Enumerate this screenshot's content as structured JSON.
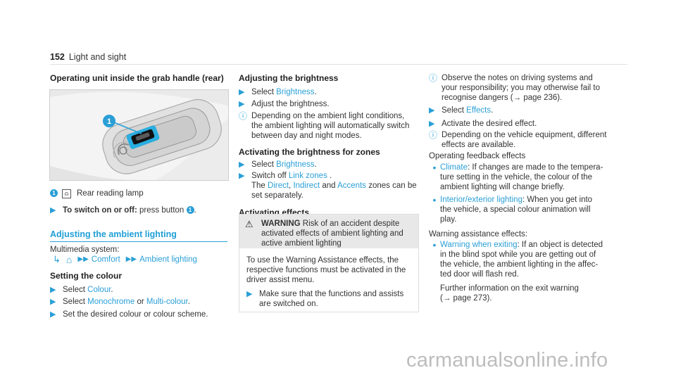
{
  "header": {
    "page_number": "152",
    "title": "Light and sight"
  },
  "col1": {
    "heading_unit": "Operating unit inside the grab handle (rear)",
    "figure_callout": "1",
    "legend": {
      "num": "1",
      "icon": "lamp-icon",
      "glyph": "⍝",
      "text": "Rear reading lamp"
    },
    "switch_step": {
      "bold": "To switch on or off:",
      "text": " press button ",
      "num": "1",
      "end": "."
    },
    "heading_ambient": "Adjusting the ambient lighting",
    "multimedia": "Multimedia system:",
    "nav": {
      "home_glyph": "⌂",
      "comfort": "Comfort",
      "ambient": "Ambient lighting"
    },
    "heading_colour": "Setting the colour",
    "steps": [
      {
        "pre": "Select ",
        "hl": "Colour",
        "post": "."
      },
      {
        "pre": "Select ",
        "hl": "Monochrome",
        "mid": " or ",
        "hl2": "Multi-colour",
        "post": "."
      },
      {
        "pre": "Set the desired colour or colour scheme."
      }
    ]
  },
  "col2": {
    "heading_brightness": "Adjusting the brightness",
    "step1": {
      "pre": "Select ",
      "hl": "Brightness",
      "post": "."
    },
    "step2": "Adjust the brightness.",
    "info1": [
      "Depending on the ambient light conditions,",
      "the ambient lighting will automatically switch",
      "between day and night modes."
    ],
    "heading_zones": "Activating the brightness for zones",
    "step3": {
      "pre": "Select ",
      "hl": "Brightness",
      "post": "."
    },
    "step4": {
      "pre": "Switch off ",
      "hl": "Link zones",
      "post": " ."
    },
    "step4b": {
      "pre": "The ",
      "a": "Direct",
      "sep": ", ",
      "b": "Indirect",
      "and": " and ",
      "c": "Accents",
      "post": " zones can be"
    },
    "step4c": "set separately.",
    "heading_effects": "Activating effects",
    "warning": {
      "label": "WARNING",
      "lines": [
        " Risk of an accident despite",
        "activated effects of ambient lighting and",
        "active ambient lighting"
      ],
      "body": [
        "To use the Warning Assistance effects, the",
        "respective functions must be activated in the",
        "driver assist menu."
      ],
      "step": [
        "Make sure that the functions and assists",
        "are switched on."
      ]
    }
  },
  "col3": {
    "info_obs": [
      "Observe the notes on driving systems and",
      "your responsibility; you may otherwise fail to",
      "recognise dangers (→ page 236)."
    ],
    "step1": {
      "pre": "Select ",
      "hl": "Effects",
      "post": "."
    },
    "step2": "Activate the desired effect.",
    "info2": [
      "Depending on the vehicle equipment, different",
      "effects are available."
    ],
    "feedback_label": "Operating feedback effects",
    "bullets": [
      {
        "hl": "Climate",
        "lines": [
          ": If changes are made to the tempera-",
          "ture setting in the vehicle, the colour of the",
          "ambient lighting will change briefly."
        ]
      },
      {
        "hl": "Interior/exterior lighting",
        "lines": [
          ": When you get into",
          "the vehicle, a special colour animation will",
          "play."
        ]
      }
    ],
    "warning_assist_label": "Warning assistance effects:",
    "bullet3": {
      "hl": "Warning when exiting",
      "lines": [
        ": If an object is detected",
        "in the blind spot while you are getting out of",
        "the vehicle, the ambient lighting in the affec-",
        "ted door will flash red."
      ]
    },
    "further": [
      "Further information on the exit warning",
      "(→ page 273)."
    ]
  },
  "watermark": "carmanualsonline.info",
  "colors": {
    "accent": "#2a9fd6",
    "warning_bg": "#e8e8e8"
  }
}
